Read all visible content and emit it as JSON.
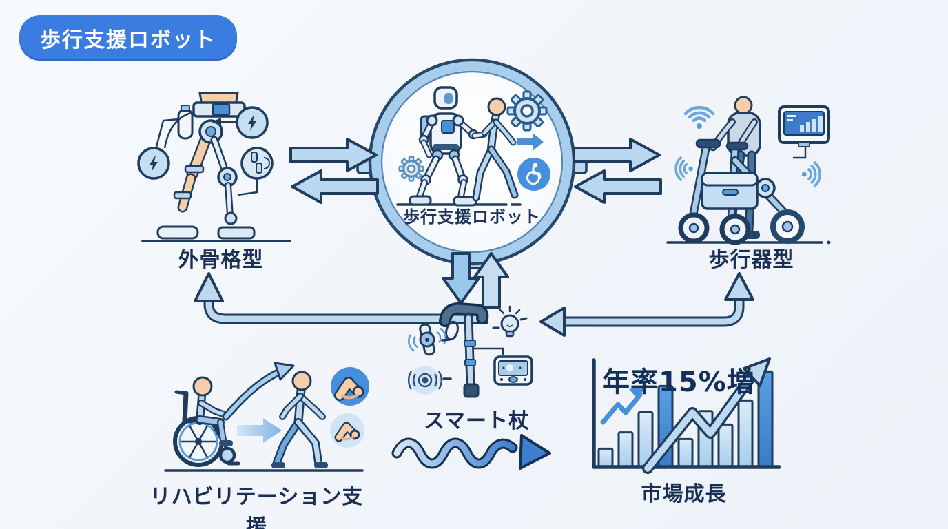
{
  "badge": {
    "label": "歩行支援ロボット"
  },
  "center_node": {
    "label": "歩行支援ロボット"
  },
  "nodes": {
    "exoskeleton": {
      "label": "外骨格型"
    },
    "walker": {
      "label": "歩行器型"
    },
    "smart_cane": {
      "label": "スマート杖"
    },
    "rehabilitation": {
      "label": "リハビリテーション支援"
    },
    "market_growth": {
      "label": "市場成長"
    }
  },
  "chart_data": {
    "type": "bar",
    "title": "市場成長",
    "annotation": "年率15%増",
    "values": [
      19,
      36,
      57,
      84,
      29,
      58,
      44,
      69,
      99
    ],
    "highlight_indices": [
      3,
      8
    ],
    "ylim": [
      0,
      100
    ],
    "grid": false,
    "legend": null
  },
  "icons": {
    "lightning": "⚡",
    "gear": "⚙",
    "wheelchair": "♿",
    "wifi": "📶",
    "monitor": "🖥",
    "bulb": "💡",
    "speaker-waves": "🔊",
    "smart-watch": "⌚",
    "handheld-display": "📟",
    "muscle": "💪"
  },
  "colors": {
    "background": "#f3f6fa",
    "badge_bg": "#3b7ce0",
    "badge_text": "#ffffff",
    "outline": "#1f3c5f",
    "label_text": "#1a2f55",
    "arrow_light": "#b9d7ef",
    "accent_blue": "#4a90d9",
    "circle_ring": "#a9cdec",
    "skin": "#f6cfa8"
  }
}
